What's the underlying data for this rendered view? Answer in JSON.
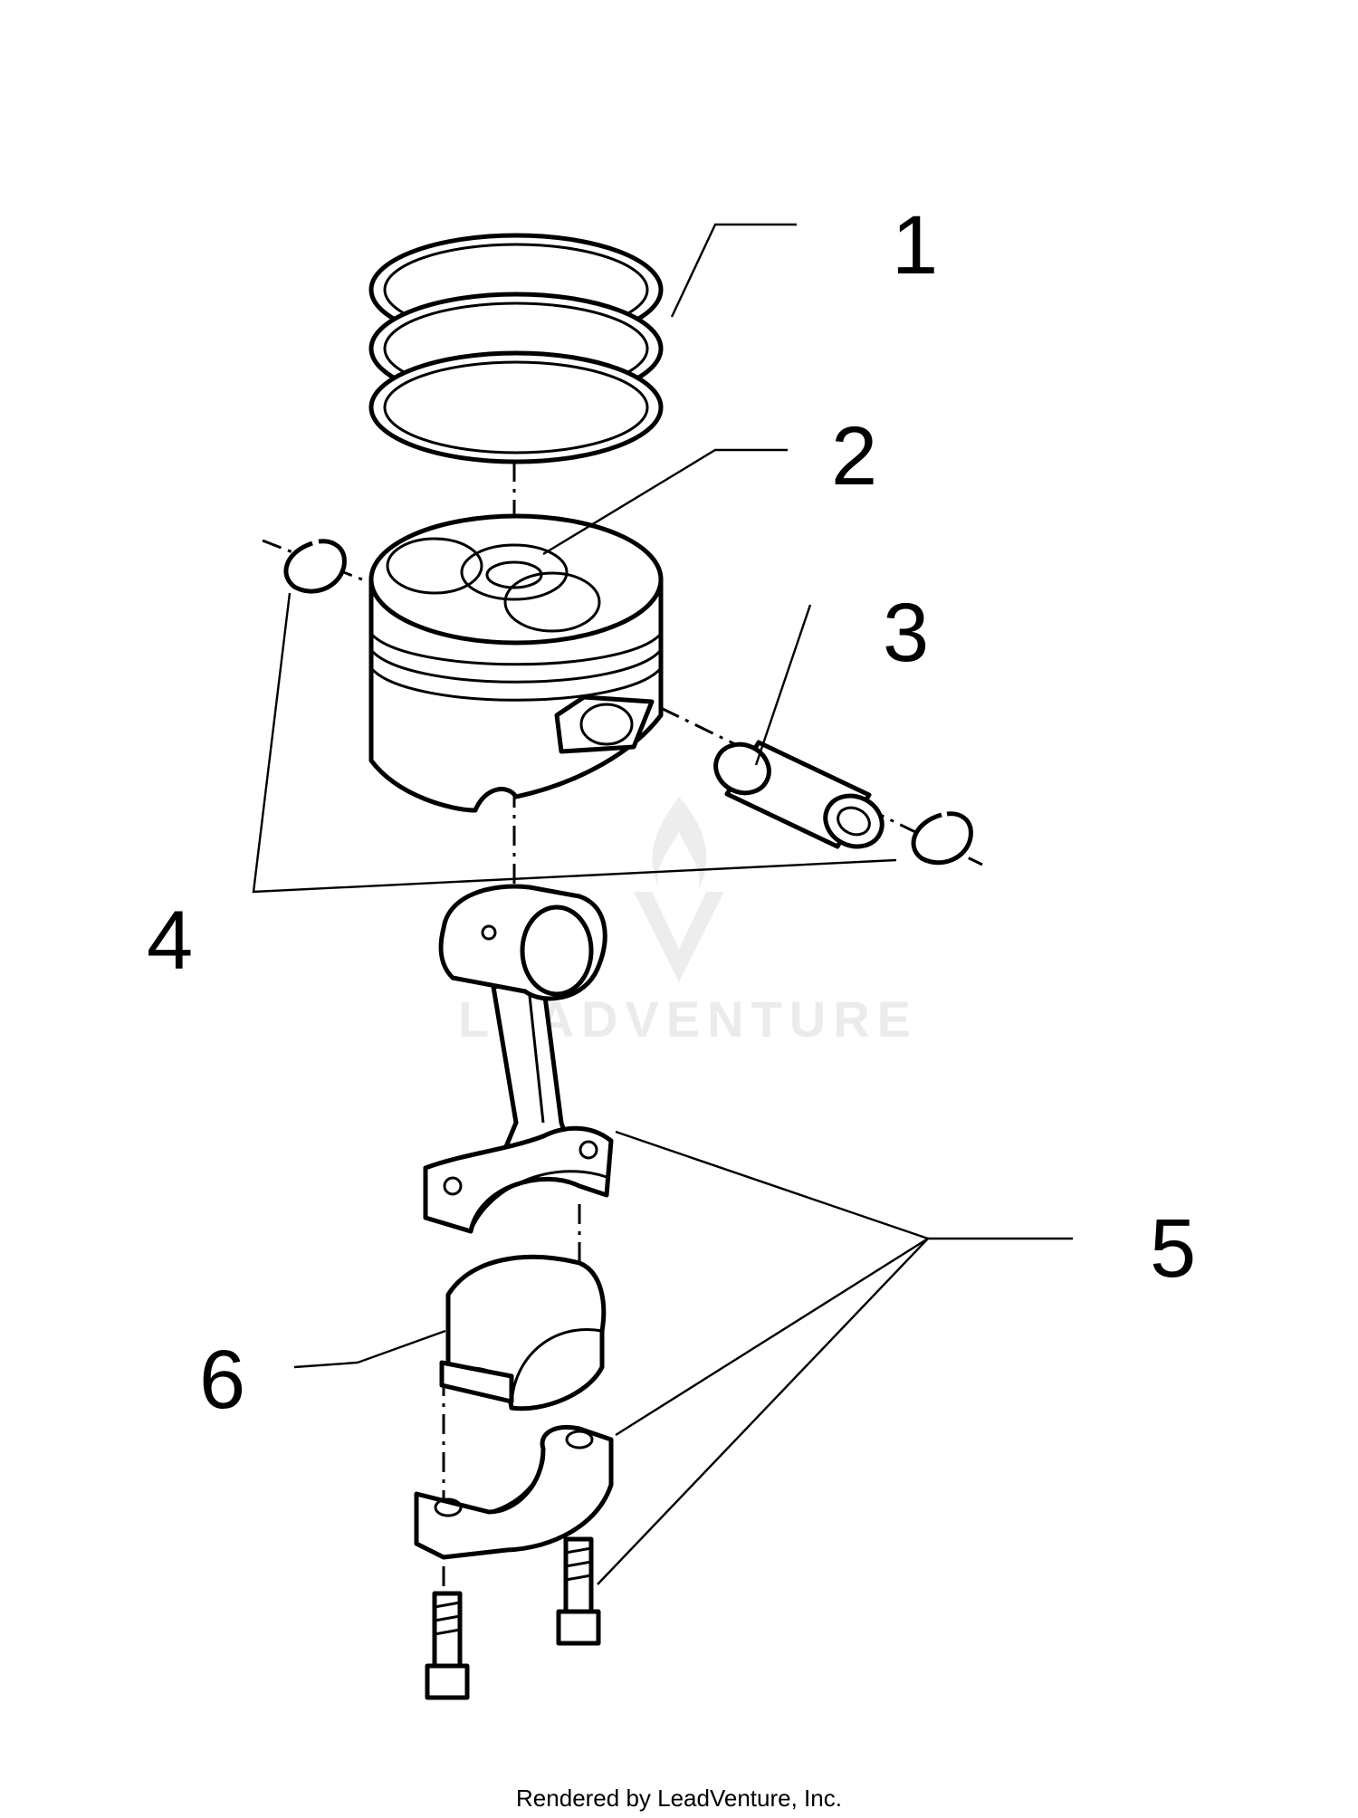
{
  "diagram": {
    "callouts": [
      {
        "id": "1",
        "label": "1"
      },
      {
        "id": "2",
        "label": "2"
      },
      {
        "id": "3",
        "label": "3"
      },
      {
        "id": "4",
        "label": "4"
      },
      {
        "id": "5",
        "label": "5"
      },
      {
        "id": "6",
        "label": "6"
      }
    ],
    "watermark": "LEADVENTURE",
    "credit": "Rendered by LeadVenture, Inc."
  },
  "colors": {
    "line": "#000000",
    "background": "#ffffff",
    "watermark": "#e9e9e9"
  }
}
